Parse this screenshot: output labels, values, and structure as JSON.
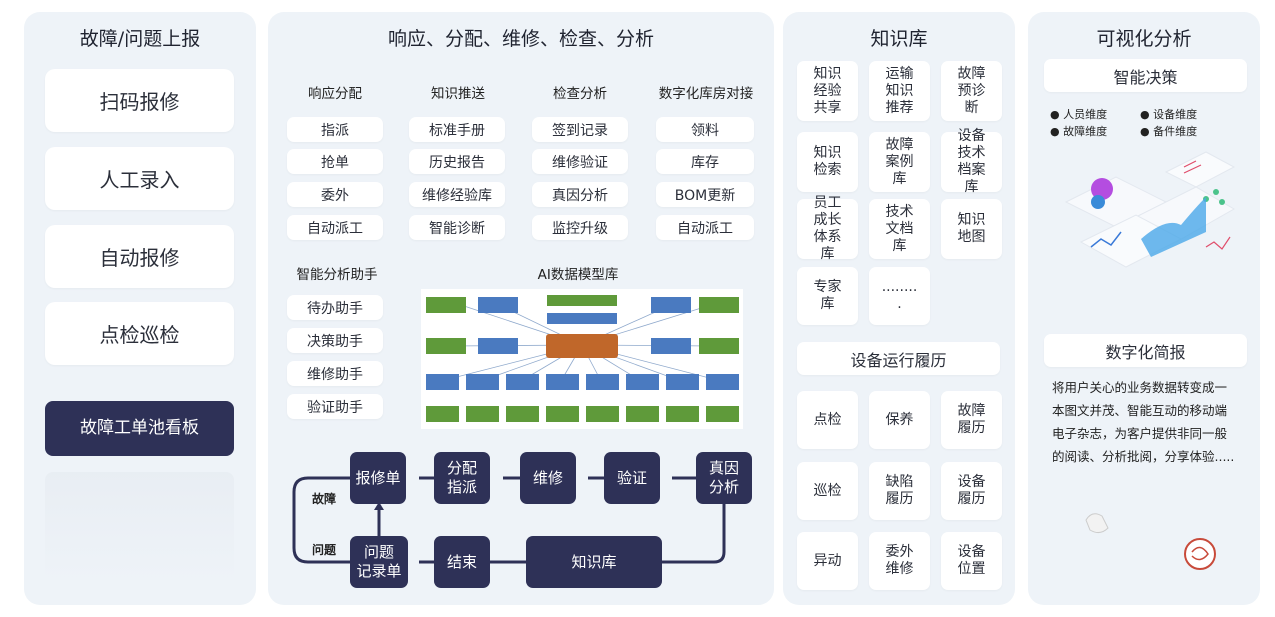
{
  "panel1": {
    "title": "故障/问题上报",
    "items": [
      "扫码报修",
      "人工录入",
      "自动报修",
      "点检巡检"
    ],
    "board": "故障工单池看板"
  },
  "panel2": {
    "title": "响应、分配、维修、检查、分析",
    "columns": [
      {
        "head": "响应分配",
        "items": [
          "指派",
          "抢单",
          "委外",
          "自动派工"
        ]
      },
      {
        "head": "知识推送",
        "items": [
          "标准手册",
          "历史报告",
          "维修经验库",
          "智能诊断"
        ]
      },
      {
        "head": "检查分析",
        "items": [
          "签到记录",
          "维修验证",
          "真因分析",
          "监控升级"
        ]
      },
      {
        "head": "数字化库房对接",
        "items": [
          "领料",
          "库存",
          "BOM更新",
          "自动派工"
        ]
      }
    ],
    "assistant": {
      "head": "智能分析助手",
      "items": [
        "待办助手",
        "决策助手",
        "维修助手",
        "验证助手"
      ]
    },
    "ai_title": "AI数据模型库",
    "flow": {
      "side_fault": "故障",
      "side_issue": "问题",
      "top": [
        "报修单",
        "分配\n指派",
        "维修",
        "验证",
        "真因\n分析"
      ],
      "bottom": [
        "问题\n记录单",
        "结束",
        "知识库"
      ]
    }
  },
  "panel3": {
    "title": "知识库",
    "items": [
      "知识\n经验\n共享",
      "运输\n知识\n推荐",
      "故障\n预诊\n断",
      "知识\n检索",
      "故障\n案例\n库",
      "设备\n技术\n档案\n库",
      "员工\n成长\n体系\n库",
      "技术\n文档\n库",
      "知识\n地图",
      "专家\n库",
      "........\n."
    ],
    "sub_title": "设备运行履历",
    "history": [
      "点检",
      "保养",
      "故障\n履历",
      "巡检",
      "缺陷\n履历",
      "设备\n履历",
      "异动",
      "委外\n维修",
      "设备\n位置"
    ]
  },
  "panel4": {
    "title": "可视化分析",
    "decision_title": "智能决策",
    "dims": [
      "人员维度",
      "设备维度",
      "故障维度",
      "备件维度"
    ],
    "brief_title": "数字化简报",
    "brief_text": "将用户关心的业务数据转变成一本图文并茂、智能互动的移动端电子杂志，为客户提供非同一般的阅读、分析批阅，分享体验....."
  }
}
